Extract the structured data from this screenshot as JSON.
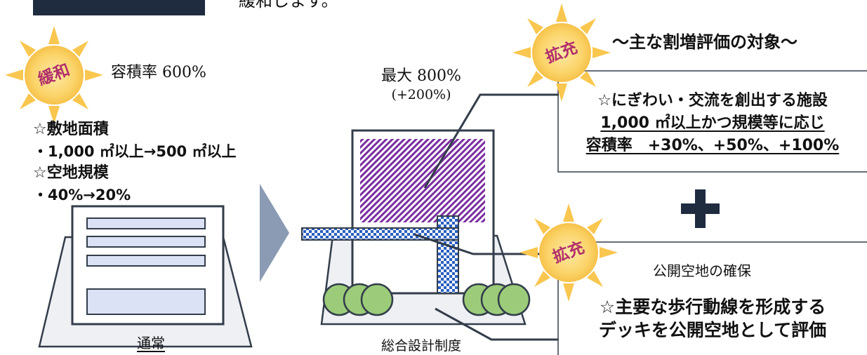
{
  "header": {
    "cut_text": "緩和します。"
  },
  "badges": {
    "relax": "緩和",
    "expand_top": "拡充",
    "expand_bottom": "拡充"
  },
  "left": {
    "far_label": "容積率 600%",
    "site_area_title": "☆敷地面積",
    "site_area_value": "・1,000 ㎡以上→500 ㎡以上",
    "open_space_title": "☆空地規模",
    "open_space_value": "・40%→20%",
    "caption": "通常"
  },
  "middle": {
    "max_label": "最大 800%",
    "increase_label": "(+200%)",
    "caption": "総合設計制度"
  },
  "right_top": {
    "heading": "～主な割増評価の対象～",
    "line1": "☆にぎわい・交流を創出する施設",
    "line2": "1,000 ㎡以上かつ規模等に応じ",
    "line3": "容積率　+30%、+50%、+100%"
  },
  "right_bottom": {
    "title": "公開空地の確保",
    "line1": "☆主要な歩行動線を形成する",
    "line2": "デッキを公開空地として評価"
  },
  "colors": {
    "navy": "#1f2b3f",
    "outline": "#333d4a",
    "window_fill": "#dbe2f5",
    "hatch": "#7a2ea0",
    "deck": "#2a5fbf",
    "tree": "#9ccc7a",
    "arrow": "#8a9bb3",
    "sun": "#f9c74f"
  }
}
